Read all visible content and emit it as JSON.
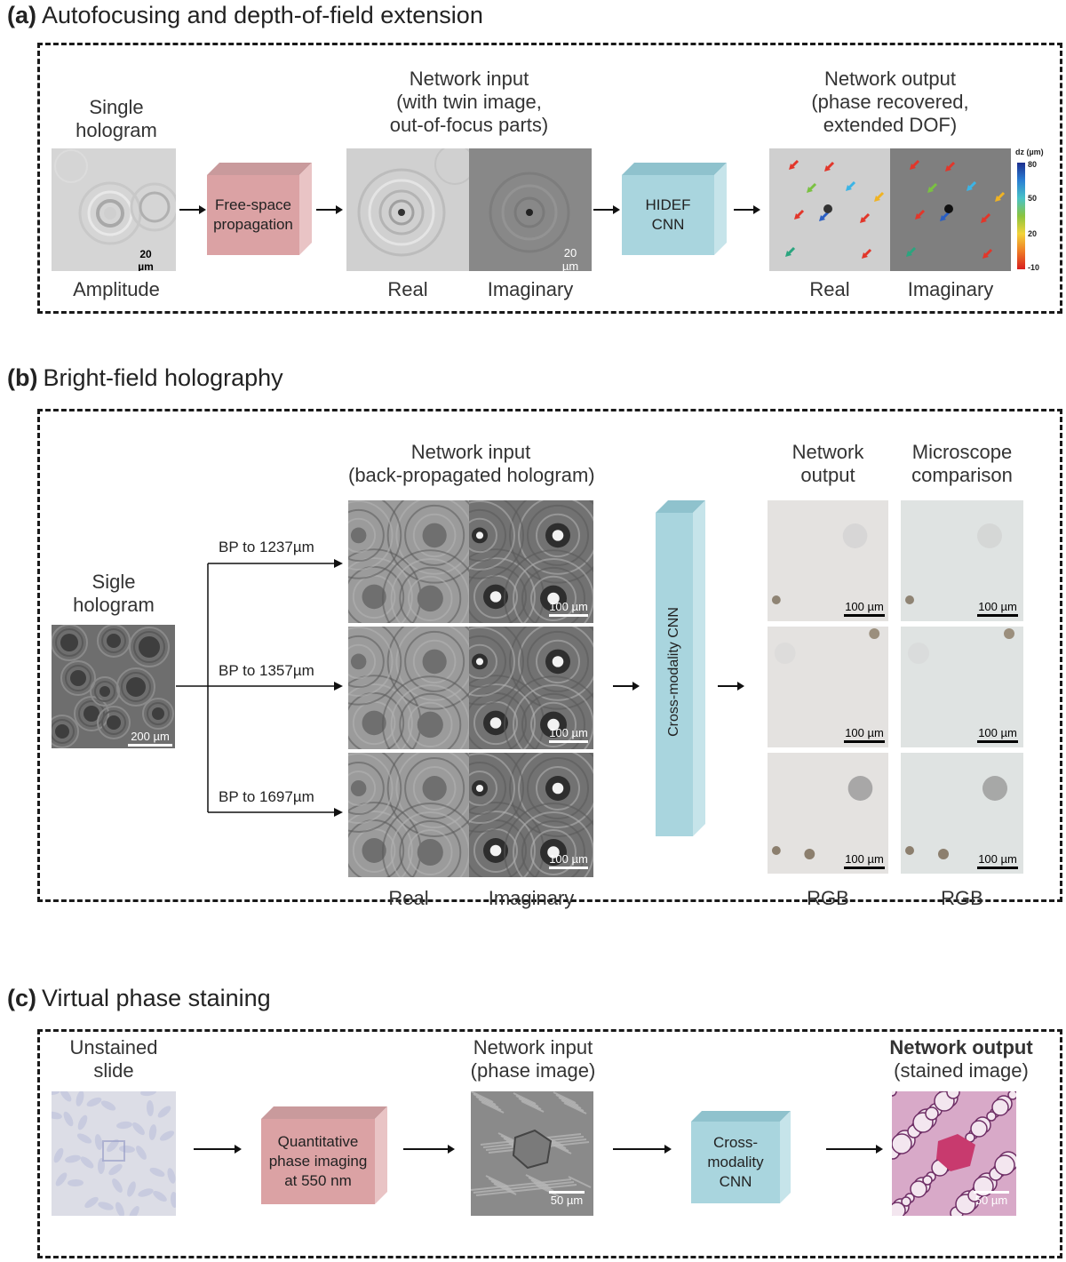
{
  "sections": {
    "a": {
      "tag": "(a)",
      "title": "Autofocusing and depth-of-field extension",
      "single_hologram": [
        "Single",
        "hologram"
      ],
      "amplitude": "Amplitude",
      "scale_20": "20 µm",
      "box_fsp": [
        "Free-space",
        "propagation"
      ],
      "net_input": [
        "Network input",
        "(with twin image,",
        "out-of-focus parts)"
      ],
      "real": "Real",
      "imaginary": "Imaginary",
      "box_hidef": [
        "HIDEF",
        "CNN"
      ],
      "net_output": [
        "Network output",
        "(phase recovered,",
        "extended DOF)"
      ],
      "cbar_title": "dz (µm)",
      "cbar_ticks": [
        "80",
        "50",
        "20",
        "-10"
      ]
    },
    "b": {
      "tag": "(b)",
      "title": "Bright-field holography",
      "single_hologram": [
        "Sigle",
        "hologram"
      ],
      "scale_200": "200 µm",
      "bp": [
        "BP to 1237µm",
        "BP to 1357µm",
        "BP to 1697µm"
      ],
      "net_input": [
        "Network input",
        "(back-propagated hologram)"
      ],
      "scale_100": "100 µm",
      "cnn": "Cross-modality CNN",
      "net_output": [
        "Network",
        "output"
      ],
      "micro": [
        "Microscope",
        "comparison"
      ],
      "real": "Real",
      "imaginary": "Imaginary",
      "rgb": "RGB"
    },
    "c": {
      "tag": "(c)",
      "title": "Virtual phase staining",
      "unstained": [
        "Unstained",
        "slide"
      ],
      "box_qpi": [
        "Quantitative",
        "phase imaging",
        "at 550 nm"
      ],
      "net_input": [
        "Network input",
        "(phase image)"
      ],
      "scale_50": "50 µm",
      "box_cnn": [
        "Cross-",
        "modality",
        "CNN"
      ],
      "net_output": [
        "Network output",
        "(stained image)"
      ]
    }
  },
  "colors": {
    "pink_box": "#dba2a4",
    "blue_box": "#a9d5de",
    "arrow_colors": [
      "#e2362a",
      "#e2362a",
      "#7ac142",
      "#3bb4e6",
      "#f0b323",
      "#e2362a",
      "#2a5fc4",
      "#e2362a",
      "#2ba57f",
      "#e2362a"
    ]
  }
}
